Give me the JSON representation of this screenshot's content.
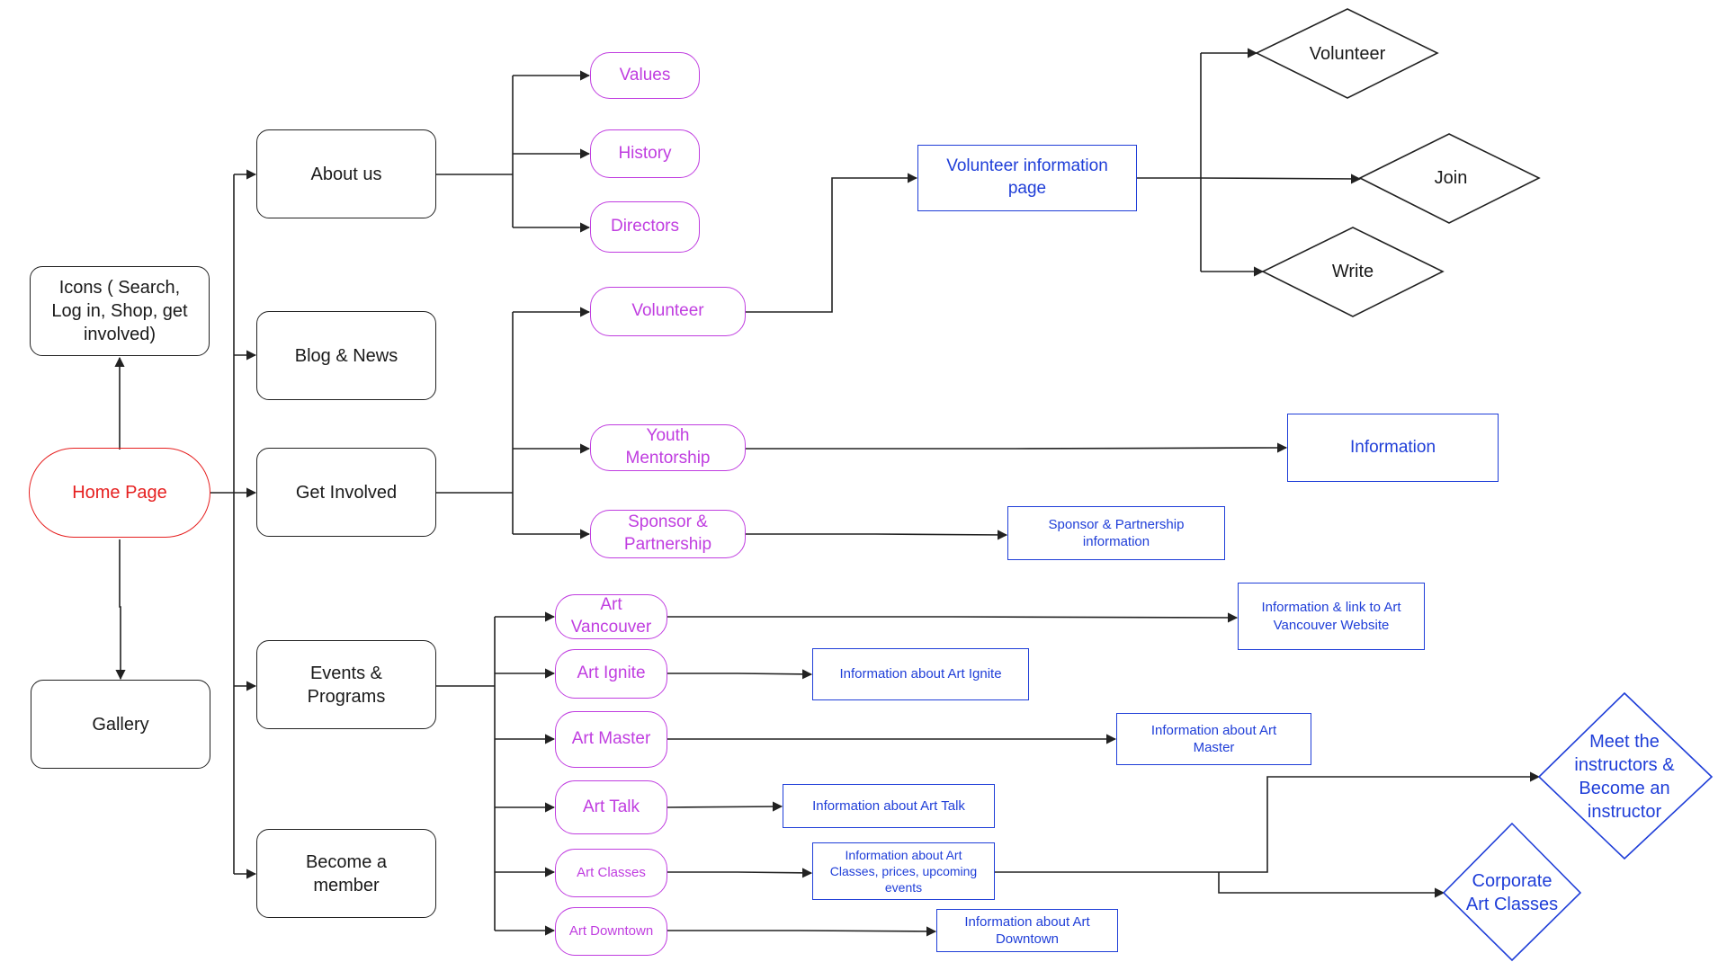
{
  "nodes": {
    "icons": "Icons ( Search, Log in, Shop, get involved)",
    "home": "Home Page",
    "gallery": "Gallery",
    "about": "About us",
    "blog": "Blog & News",
    "get_involved": "Get Involved",
    "events": "Events & Programs",
    "member": "Become a member",
    "values": "Values",
    "history": "History",
    "directors": "Directors",
    "volunteer": "Volunteer",
    "youth": "Youth Mentorship",
    "sponsor": "Sponsor & Partnership",
    "art_vancouver": "Art Vancouver",
    "art_ignite": "Art Ignite",
    "art_master": "Art Master",
    "art_talk": "Art Talk",
    "art_classes": "Art Classes",
    "art_downtown": "Art Downtown",
    "volunteer_info": "Volunteer information page",
    "information": "Information",
    "sponsor_info": "Sponsor & Partnership information",
    "art_vancouver_info": "Information & link to Art Vancouver Website",
    "art_ignite_info": "Information about Art Ignite",
    "art_master_info": "Information about Art Master",
    "art_talk_info": "Information about Art Talk",
    "art_classes_info": "Information about Art Classes, prices, upcoming events",
    "art_downtown_info": "Information about Art Downtown",
    "d_volunteer": "Volunteer",
    "d_join": "Join",
    "d_write": "Write",
    "d_meet": "Meet the instructors & Become an instructor",
    "d_corporate": "Corporate Art Classes"
  },
  "colors": {
    "black": "#222222",
    "red": "#e62020",
    "purple": "#c03ee0",
    "blue": "#1f3ed8"
  }
}
